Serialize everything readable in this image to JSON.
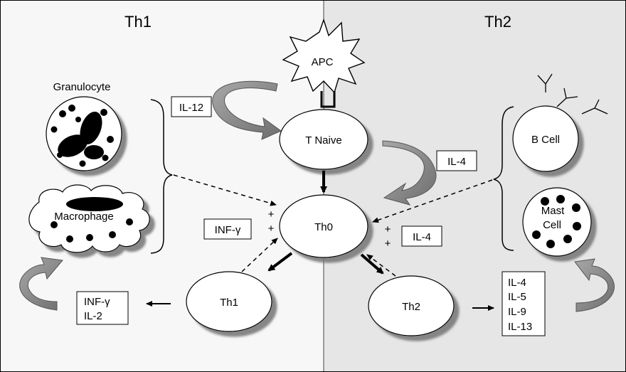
{
  "panels": {
    "left_title": "Th1",
    "right_title": "Th2"
  },
  "cells": {
    "apc": "APC",
    "t_naive": "T Naive",
    "th0": "Th0",
    "th1": "Th1",
    "th2": "Th2",
    "granulocyte": "Granulocyte",
    "macrophage": "Macrophage",
    "b_cell": "B Cell",
    "mast_cell_line1": "Mast",
    "mast_cell_line2": "Cell"
  },
  "labels": {
    "il12": "IL-12",
    "il4_top": "IL-4",
    "il4_mid": "IL-4",
    "inf_gamma": "INF-γ",
    "th1_out_1": "INF-γ",
    "th1_out_2": "IL-2",
    "th2_out_1": "IL-4",
    "th2_out_2": "IL-5",
    "th2_out_3": "IL-9",
    "th2_out_4": "IL-13",
    "plus": "+"
  },
  "colors": {
    "right_panel_bg": "#e6e6e6",
    "left_panel_bg": "#f7f7f7",
    "arrow_gray": "#8c8c8c"
  }
}
